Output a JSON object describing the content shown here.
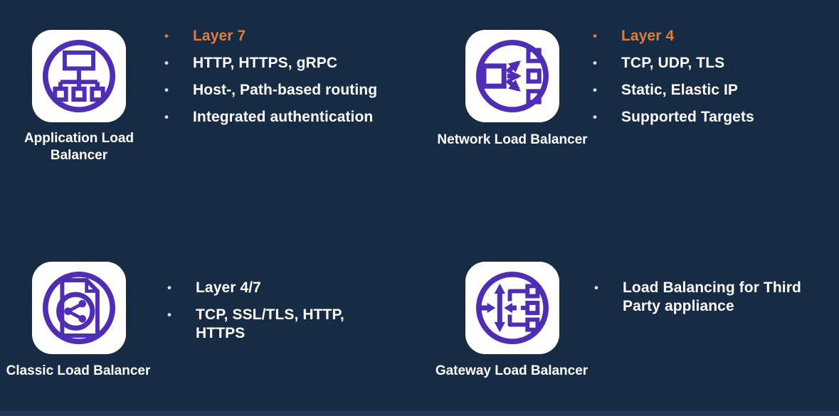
{
  "colors": {
    "background": "#182B45",
    "bottom_bar": "#1F3659",
    "accent_orange": "#DD7E3E",
    "icon_purple": "#4F2DB5",
    "text_white": "#FFFFFF",
    "card_white": "#FFFFFF"
  },
  "sections": [
    {
      "name": "Application Load Balancer",
      "icon": "application-load-balancer-icon",
      "bullets": [
        "Layer 7",
        "HTTP, HTTPS, gRPC",
        "Host-, Path-based routing",
        "Integrated authentication"
      ]
    },
    {
      "name": "Network Load Balancer",
      "icon": "network-load-balancer-icon",
      "bullets": [
        "Layer 4",
        "TCP, UDP, TLS",
        "Static, Elastic IP",
        "Supported Targets"
      ]
    },
    {
      "name": "Classic Load Balancer",
      "icon": "classic-load-balancer-icon",
      "bullets": [
        "Layer 4/7",
        "TCP, SSL/TLS, HTTP, HTTPS"
      ]
    },
    {
      "name": "Gateway Load Balancer",
      "icon": "gateway-load-balancer-icon",
      "bullets": [
        "Load Balancing for Third Party appliance"
      ]
    }
  ]
}
